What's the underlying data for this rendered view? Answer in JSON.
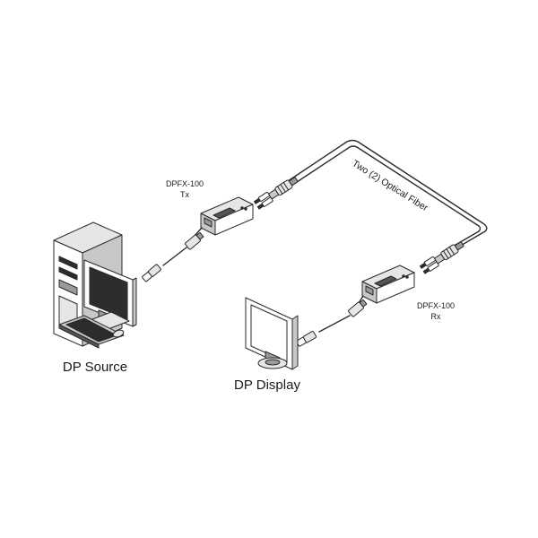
{
  "labels": {
    "tx_model": "DPFX-100",
    "tx_role": "Tx",
    "rx_model": "DPFX-100",
    "rx_role": "Rx",
    "fiber": "Two (2) Optical Fiber",
    "source": "DP Source",
    "display": "DP Display"
  }
}
